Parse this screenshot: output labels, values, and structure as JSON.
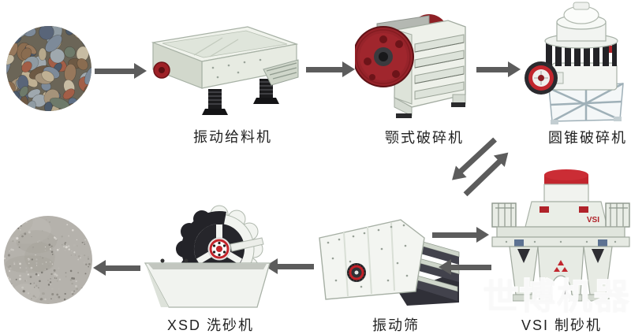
{
  "diagram": {
    "type": "process-flow",
    "subject": "sand and gravel production line"
  },
  "stages": [
    {
      "id": "raw-material",
      "label": ""
    },
    {
      "id": "vibrating-feeder",
      "label": "振动给料机"
    },
    {
      "id": "jaw-crusher",
      "label": "颚式破碎机"
    },
    {
      "id": "cone-crusher",
      "label": "圆锥破碎机"
    },
    {
      "id": "vibrating-screen",
      "label": "振动筛"
    },
    {
      "id": "vsi-sand-maker",
      "label": "VSI 制砂机"
    },
    {
      "id": "xsd-sand-washer",
      "label": "XSD 洗砂机"
    },
    {
      "id": "finished-sand",
      "label": ""
    }
  ],
  "machine_marks": {
    "vsi_logo": "VSI"
  },
  "watermark": {
    "text": "世博机器"
  },
  "colors": {
    "arrow": "#5c5c5c",
    "label_text": "#222222",
    "machine_body": "#eef1ea",
    "accent_red": "#b0232a",
    "watermark_outline": "#ffffff",
    "background": "#ffffff"
  }
}
